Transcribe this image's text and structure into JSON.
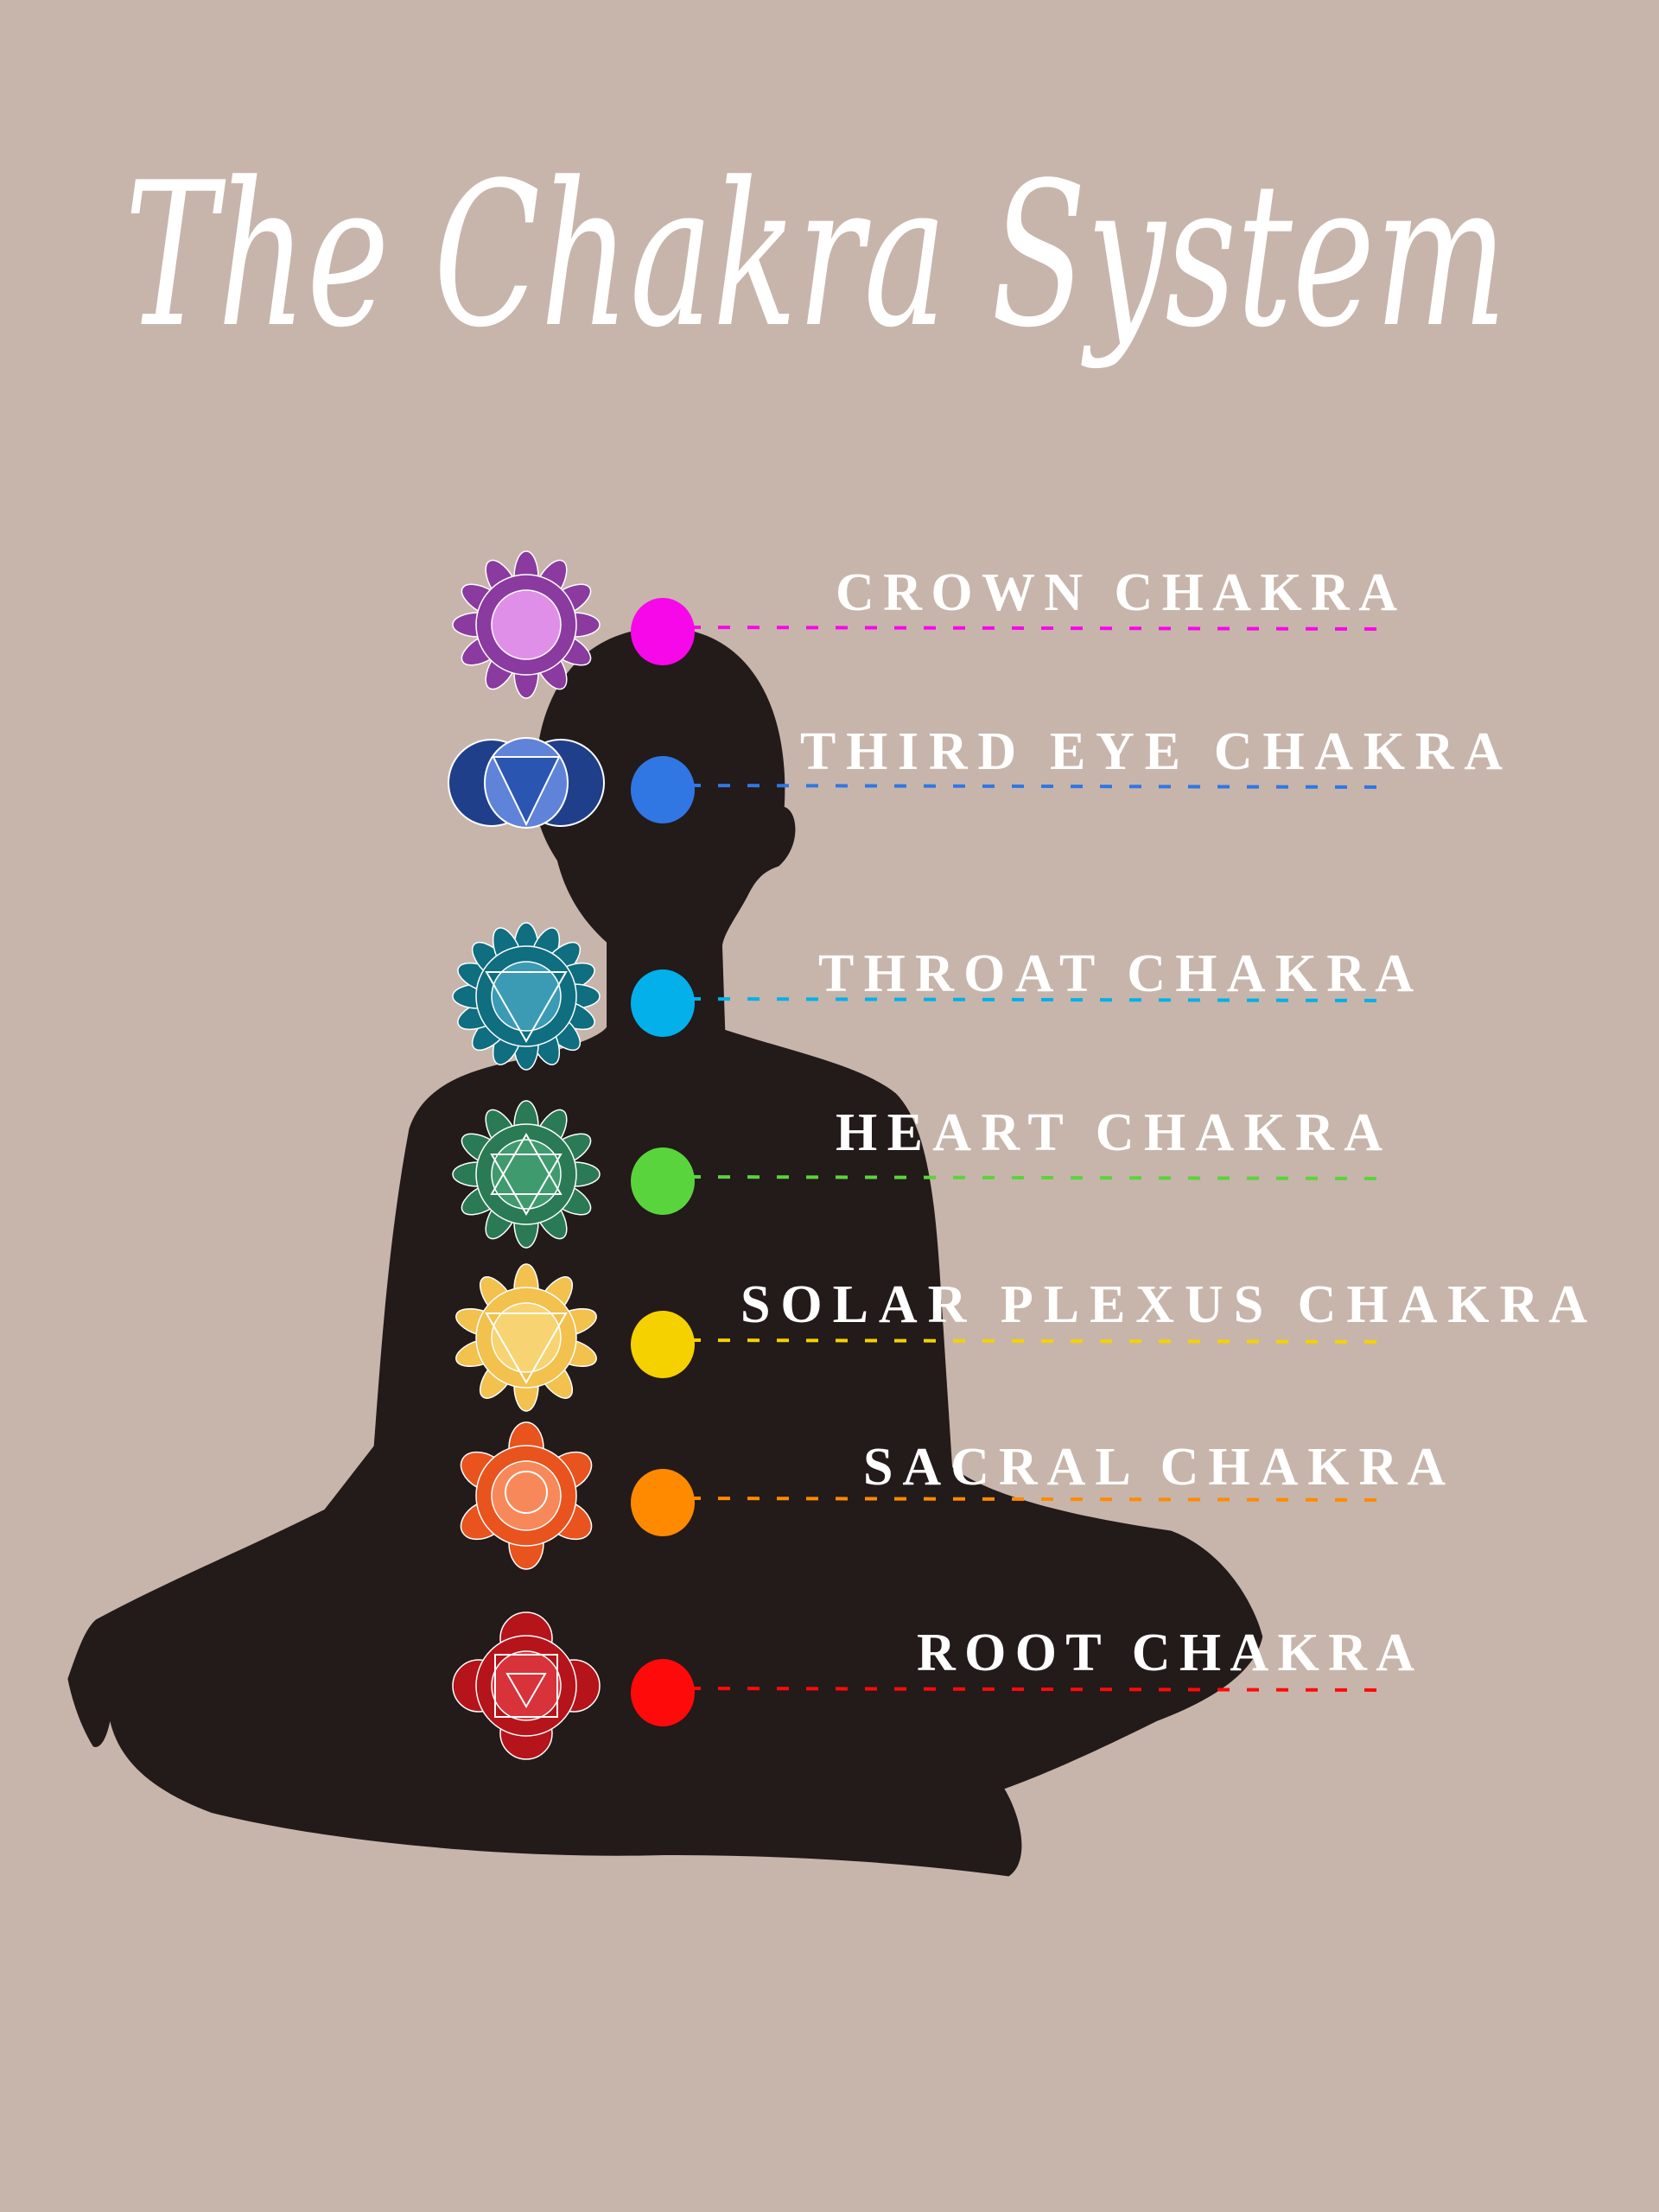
{
  "title": "The Chakra System",
  "colors": {
    "background": "#c7b5ab",
    "silhouette": "#231a1a",
    "text": "#ffffff"
  },
  "chakras": [
    {
      "label": "CROWN CHAKRA",
      "dot_color": "#f708e8",
      "icon": "lotus-crown-icon",
      "petal": "#8b3aa0",
      "center": "#e08fe8",
      "petals": 12
    },
    {
      "label": "THIRD EYE CHAKRA",
      "dot_color": "#3077e4",
      "icon": "third-eye-icon",
      "petal": "#1f3f8a",
      "center": "#5f83d8",
      "petals": 2
    },
    {
      "label": "THROAT CHAKRA",
      "dot_color": "#03b0ea",
      "icon": "throat-lotus-icon",
      "petal": "#0f6e80",
      "center": "#3b9bb5",
      "petals": 16
    },
    {
      "label": "HEART CHAKRA",
      "dot_color": "#5ad43c",
      "icon": "heart-lotus-icon",
      "petal": "#2a7a55",
      "center": "#3f9a6e",
      "petals": 12
    },
    {
      "label": "SOLAR PLEXUS CHAKRA",
      "dot_color": "#f5d100",
      "icon": "solar-plexus-lotus-icon",
      "petal": "#f2c14e",
      "center": "#f7d372",
      "petals": 10
    },
    {
      "label": "SACRAL CHAKRA",
      "dot_color": "#ff8a00",
      "icon": "sacral-lotus-icon",
      "petal": "#e8531e",
      "center": "#f7885a",
      "petals": 6
    },
    {
      "label": "ROOT CHAKRA",
      "dot_color": "#ff0a0a",
      "icon": "root-lotus-icon",
      "petal": "#b5141a",
      "center": "#d8323a",
      "petals": 4
    }
  ]
}
